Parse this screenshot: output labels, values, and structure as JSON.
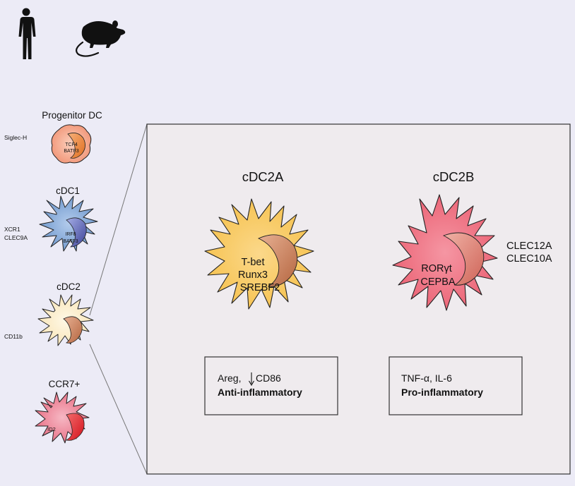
{
  "icons": {
    "human": "human-silhouette-icon",
    "mouse": "mouse-silhouette-icon"
  },
  "colors": {
    "background": "#ecebf6",
    "panel": "#efebee",
    "progenitor_cell": "#f4a98e",
    "progenitor_nucleus": "#e8823a",
    "cdc1_cell": "#7aa2d4",
    "cdc1_nucleus": "#4b53a8",
    "cdc2_cell": "#fbedcc",
    "cdc2_nucleus": "#c37a4f",
    "ccr7_cell": "#ec7f93",
    "ccr7_nucleus": "#e21d2a",
    "cdc2a_cell": "#f8cc63",
    "cdc2a_nucleus": "#c37a4f",
    "cdc2b_cell": "#ee6d80",
    "cdc2b_nucleus": "#d9786b"
  },
  "left_column": {
    "progenitor": {
      "title": "Progenitor DC",
      "marker": "Siglec-H",
      "tf_line1": "TCF4",
      "tf_line2": "BATF3"
    },
    "cdc1": {
      "title": "cDC1",
      "marker_line1": "XCR1",
      "marker_line2": "CLEC9A",
      "tf_line1": "IRF8",
      "tf_line2": "BATF3"
    },
    "cdc2": {
      "title": "cDC2",
      "marker": "CD11b"
    },
    "ccr7": {
      "title": "CCR7+",
      "tf": "ID2"
    }
  },
  "panel": {
    "cdc2a": {
      "title": "cDC2A",
      "tf_line1": "T-bet",
      "tf_line2": "Runx3",
      "tf_line3": "SREBF2",
      "box_line1_prefix": "Areg,",
      "box_line1_suffix": "CD86",
      "box_line2": "Anti-inflammatory"
    },
    "cdc2b": {
      "title": "cDC2B",
      "tf_line1": "RORγt",
      "tf_line2": "CEPBA",
      "marker_line1": "CLEC12A",
      "marker_line2": "CLEC10A",
      "box_line1": "TNF-α, IL-6",
      "box_line2": "Pro-inflammatory"
    }
  }
}
